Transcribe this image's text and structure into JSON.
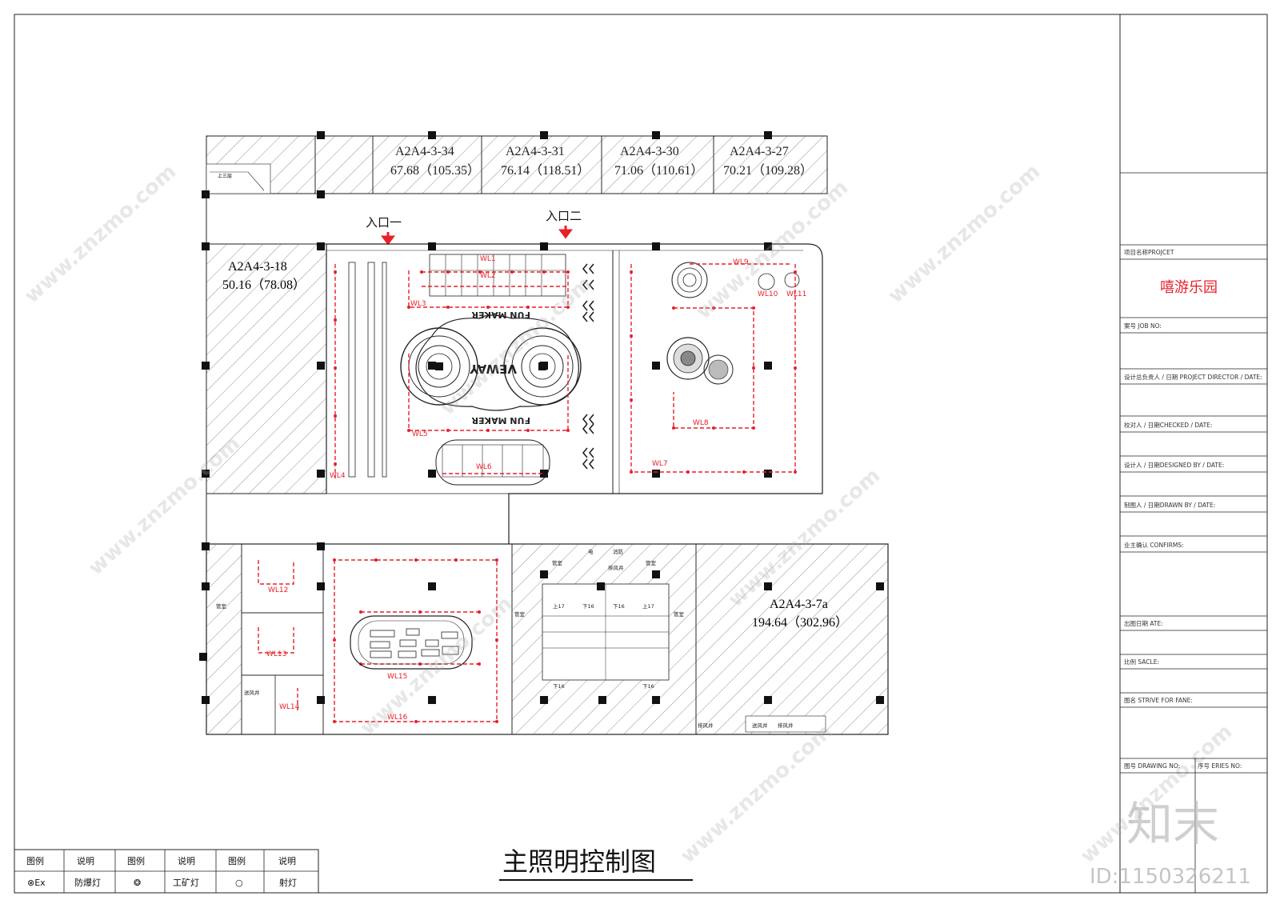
{
  "drawing": {
    "title": "主照明控制图",
    "watermark_site": "www.znzmo.com",
    "watermark_brand": "知末",
    "id_label": "ID:1150326211"
  },
  "units": [
    {
      "code": "A2A4-3-34",
      "area": "67.68（105.35）"
    },
    {
      "code": "A2A4-3-31",
      "area": "76.14（118.51）"
    },
    {
      "code": "A2A4-3-30",
      "area": "71.06（110.61）"
    },
    {
      "code": "A2A4-3-27",
      "area": "70.21（109.28）"
    },
    {
      "code": "A2A4-3-18",
      "area": "50.16（78.08）"
    },
    {
      "code": "A2A4-3-7a",
      "area": "194.64（302.96）"
    }
  ],
  "entrances": {
    "first": "入口一",
    "second": "入口二"
  },
  "circuits": [
    "WL1",
    "WL2",
    "WL3",
    "WL4",
    "WL5",
    "WL6",
    "WL7",
    "WL8",
    "WL9",
    "WL10",
    "WL11",
    "WL12",
    "WL13",
    "WL14",
    "WL15",
    "WL16"
  ],
  "room_labels": {
    "toilet": "管室",
    "stair_up17": "上17",
    "stair_down16": "下16",
    "shaft": "送风井",
    "exhaust": "排风井",
    "fire": "消防",
    "elec": "电",
    "upper": "上三层"
  },
  "logo_text": {
    "fun_maker": "FUN MAKER",
    "center": "VEWAY"
  },
  "title_block": {
    "project_label": "项目名称PROJCET",
    "project_name": "嘻游乐园",
    "job_no": "案号 JOB NO:",
    "director": "设计总负责人 / 日期 PROJECT DIRECTOR / DATE:",
    "checked": "校对人 / 日期CHECKED / DATE:",
    "designed": "设计人 / 日期DESIGNED BY / DATE:",
    "drawn": "制图人 / 日期DRAWN BY / DATE:",
    "confirms": "业主确认 CONFIRMS:",
    "date": "出图日期 ATE:",
    "scale": "比例 SACLE:",
    "drawing_name": "图名 STRIVE FOR FANE:",
    "drawing_no": "图号 DRAWING NO:",
    "series_no": "序号 ERIES NO:"
  },
  "legend": {
    "headers": [
      "图例",
      "说明",
      "图例",
      "说明",
      "图例",
      "说明"
    ],
    "items": [
      {
        "symbol": "⊗Ex",
        "desc": "防爆灯"
      },
      {
        "symbol": "❂",
        "desc": "工矿灯"
      },
      {
        "symbol": "○",
        "desc": "射灯"
      }
    ]
  },
  "colors": {
    "line": "#222222",
    "circuit": "#e8202a",
    "hatch": "#555555",
    "title_red": "#e8202a"
  }
}
